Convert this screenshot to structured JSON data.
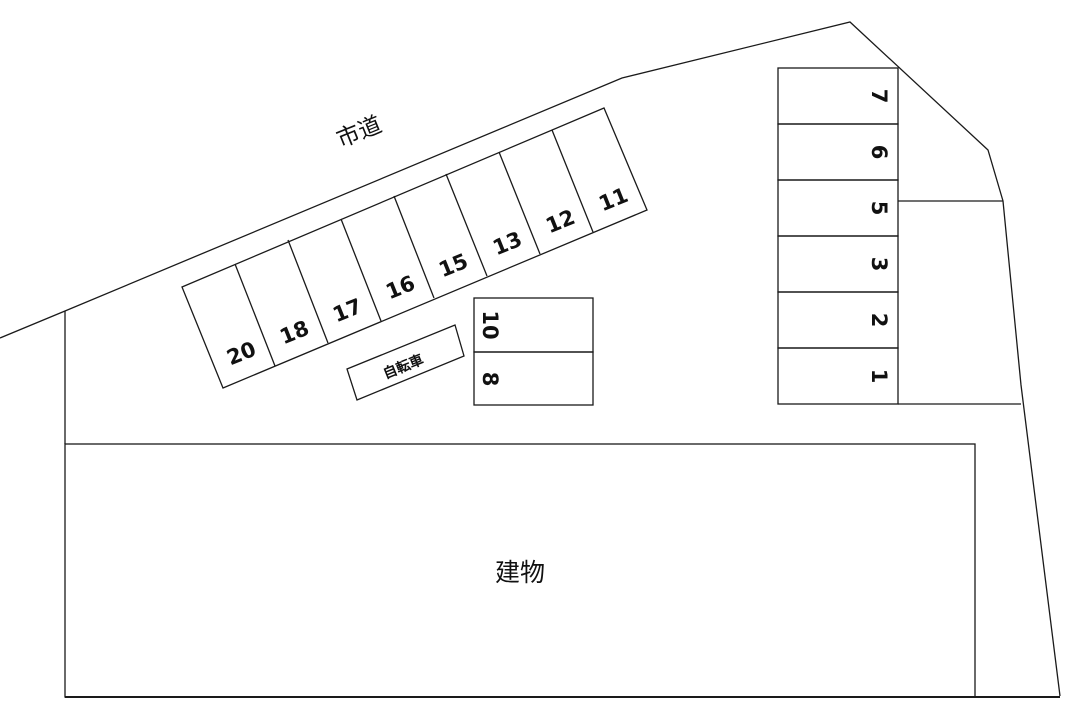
{
  "labels": {
    "road": "市道",
    "building": "建物",
    "bicycle": "自転車"
  },
  "spaces": {
    "angled": [
      "20",
      "18",
      "17",
      "16",
      "15",
      "13",
      "12",
      "11"
    ],
    "center": [
      "10",
      "8"
    ],
    "right": [
      "7",
      "6",
      "5",
      "3",
      "2",
      "1"
    ]
  }
}
